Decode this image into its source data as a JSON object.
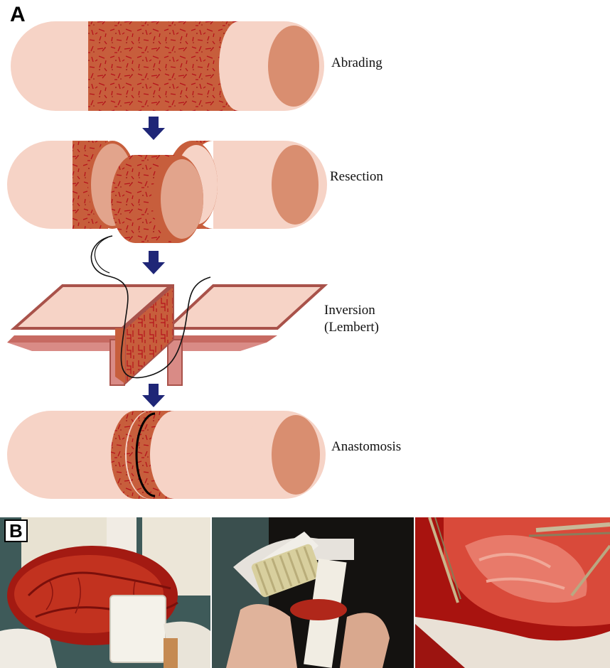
{
  "panel_a": {
    "label": "A",
    "steps": [
      {
        "label": "Abrading"
      },
      {
        "label": "Resection"
      },
      {
        "label": "Inversion",
        "sublabel": "(Lembert)"
      },
      {
        "label": "Anastomosis"
      }
    ]
  },
  "panel_b": {
    "label": "B"
  },
  "colors": {
    "tube": "#f6d3c6",
    "tube_edge": "#e7b6a4",
    "lumen": "#d98e70",
    "abraded": "#c75e3c",
    "scratch": "#b5121b",
    "arrow": "#1f2677",
    "flap": "#a9524a"
  }
}
